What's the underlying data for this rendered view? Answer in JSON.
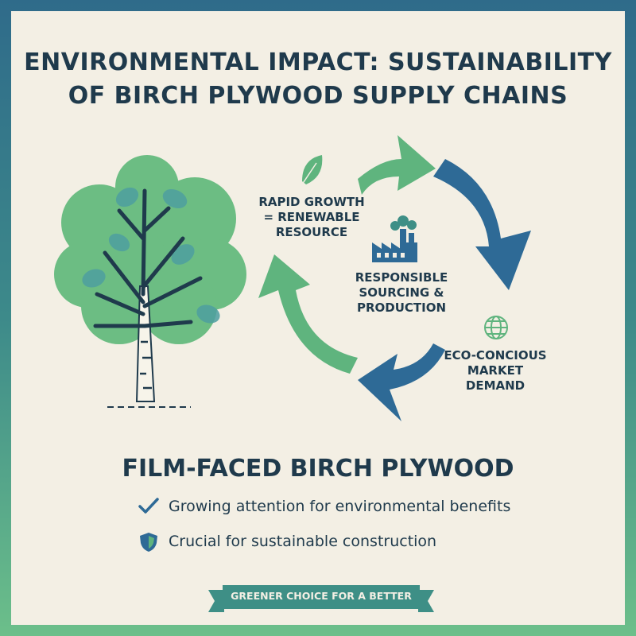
{
  "title": {
    "line1": "ENVIRONMENTAL IMPACT: SUSTAINABILITY",
    "line2": "OF BIRCH PLYWOOD SUPPLY CHAINS"
  },
  "cycle": {
    "stage1": {
      "line1": "RAPID GROWTH",
      "line2": "= RENEWABLE",
      "line3": "RESOURCE",
      "icon": "leaf-icon"
    },
    "stage2": {
      "line1": "RESPONSIBLE",
      "line2": "SOURCING &",
      "line3": "PRODUCTION",
      "icon": "factory-icon"
    },
    "stage3": {
      "line1": "ECO-CONCIOUS",
      "line2": "MARKET",
      "line3": "DEMAND",
      "icon": "globe-icon"
    }
  },
  "product": {
    "heading": "FILM-FACED BIRCH PLYWOOD",
    "bullets": [
      {
        "icon": "checkmark-icon",
        "text": "Growing attention for environmental benefits"
      },
      {
        "icon": "shield-icon",
        "text": "Crucial for sustainable construction"
      }
    ]
  },
  "banner": {
    "text": "GREENER CHOICE FOR A BETTER FUTURE"
  },
  "colors": {
    "navy": "#1f3a4c",
    "blue": "#2e6a96",
    "green": "#5fb47e",
    "teal": "#3e8f86",
    "background": "#f3efe4"
  }
}
